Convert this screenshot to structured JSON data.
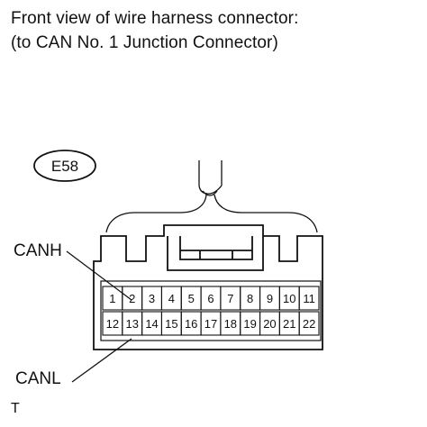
{
  "caption": {
    "line1": "Front view of wire harness connector:",
    "line2": "(to CAN No. 1 Junction Connector)"
  },
  "connector": {
    "id": "E58",
    "top_row_pins": [
      "1",
      "2",
      "3",
      "4",
      "5",
      "6",
      "7",
      "8",
      "9",
      "10",
      "11"
    ],
    "bottom_row_pins": [
      "12",
      "13",
      "14",
      "15",
      "16",
      "17",
      "18",
      "19",
      "20",
      "21",
      "22"
    ]
  },
  "callouts": {
    "canh": "CANH",
    "canl": "CANL"
  },
  "footer_mark": "T"
}
